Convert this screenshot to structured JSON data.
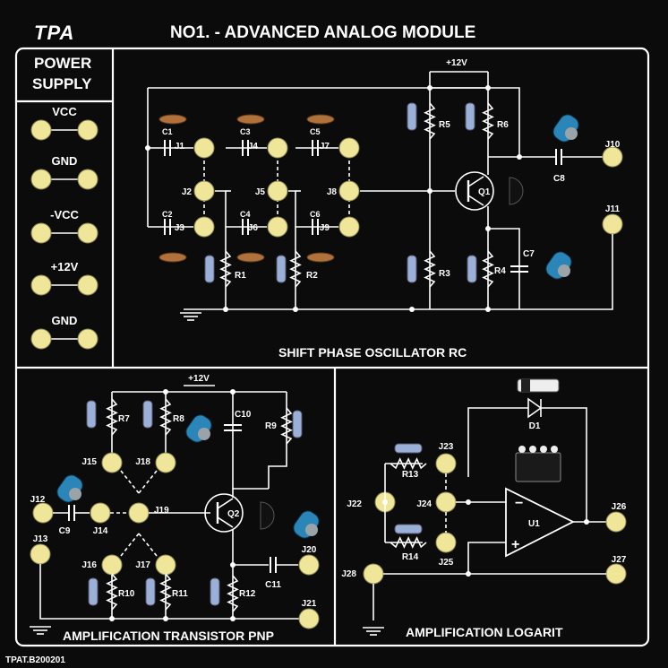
{
  "header": {
    "logo": "TPA",
    "title": "NO1. - ADVANCED ANALOG MODULE",
    "footer_code": "TPAT.B200201"
  },
  "power_supply": {
    "title_line1": "POWER",
    "title_line2": "SUPPLY",
    "rails": [
      "VCC",
      "GND",
      "-VCC",
      "+12V",
      "GND"
    ]
  },
  "oscillator": {
    "title": "SHIFT PHASE OSCILLATOR RC",
    "supply_label": "+12V",
    "capacitors": [
      "C1",
      "C2",
      "C3",
      "C4",
      "C5",
      "C6",
      "C7",
      "C8"
    ],
    "resistors": [
      "R1",
      "R2",
      "R3",
      "R4",
      "R5",
      "R6"
    ],
    "jacks": [
      "J1",
      "J2",
      "J3",
      "J4",
      "J5",
      "J6",
      "J7",
      "J8",
      "J9",
      "J10",
      "J11"
    ],
    "transistor": "Q1"
  },
  "transistor_pnp": {
    "title": "AMPLIFICATION TRANSISTOR PNP",
    "supply_label": "+12V",
    "resistors": [
      "R7",
      "R8",
      "R9",
      "R10",
      "R11",
      "R12"
    ],
    "capacitors": [
      "C9",
      "C10",
      "C11"
    ],
    "jacks": [
      "J12",
      "J13",
      "J14",
      "J15",
      "J16",
      "J17",
      "J18",
      "J19",
      "J20",
      "J21"
    ],
    "transistor": "Q2"
  },
  "logarit": {
    "title": "AMPLIFICATION LOGARIT",
    "resistors": [
      "R13",
      "R14"
    ],
    "diode": "D1",
    "opamp": "U1",
    "opamp_minus": "−",
    "opamp_plus": "+",
    "jacks": [
      "J22",
      "J23",
      "J24",
      "J25",
      "J26",
      "J27",
      "J28"
    ]
  },
  "colors": {
    "background": "#0b0b0b",
    "line": "#ffffff",
    "jack": "#efe69a",
    "resistor": "#9bb0d8",
    "capacitor_blue": "#2a86b8",
    "ceramic_cap": "#b0713a"
  }
}
